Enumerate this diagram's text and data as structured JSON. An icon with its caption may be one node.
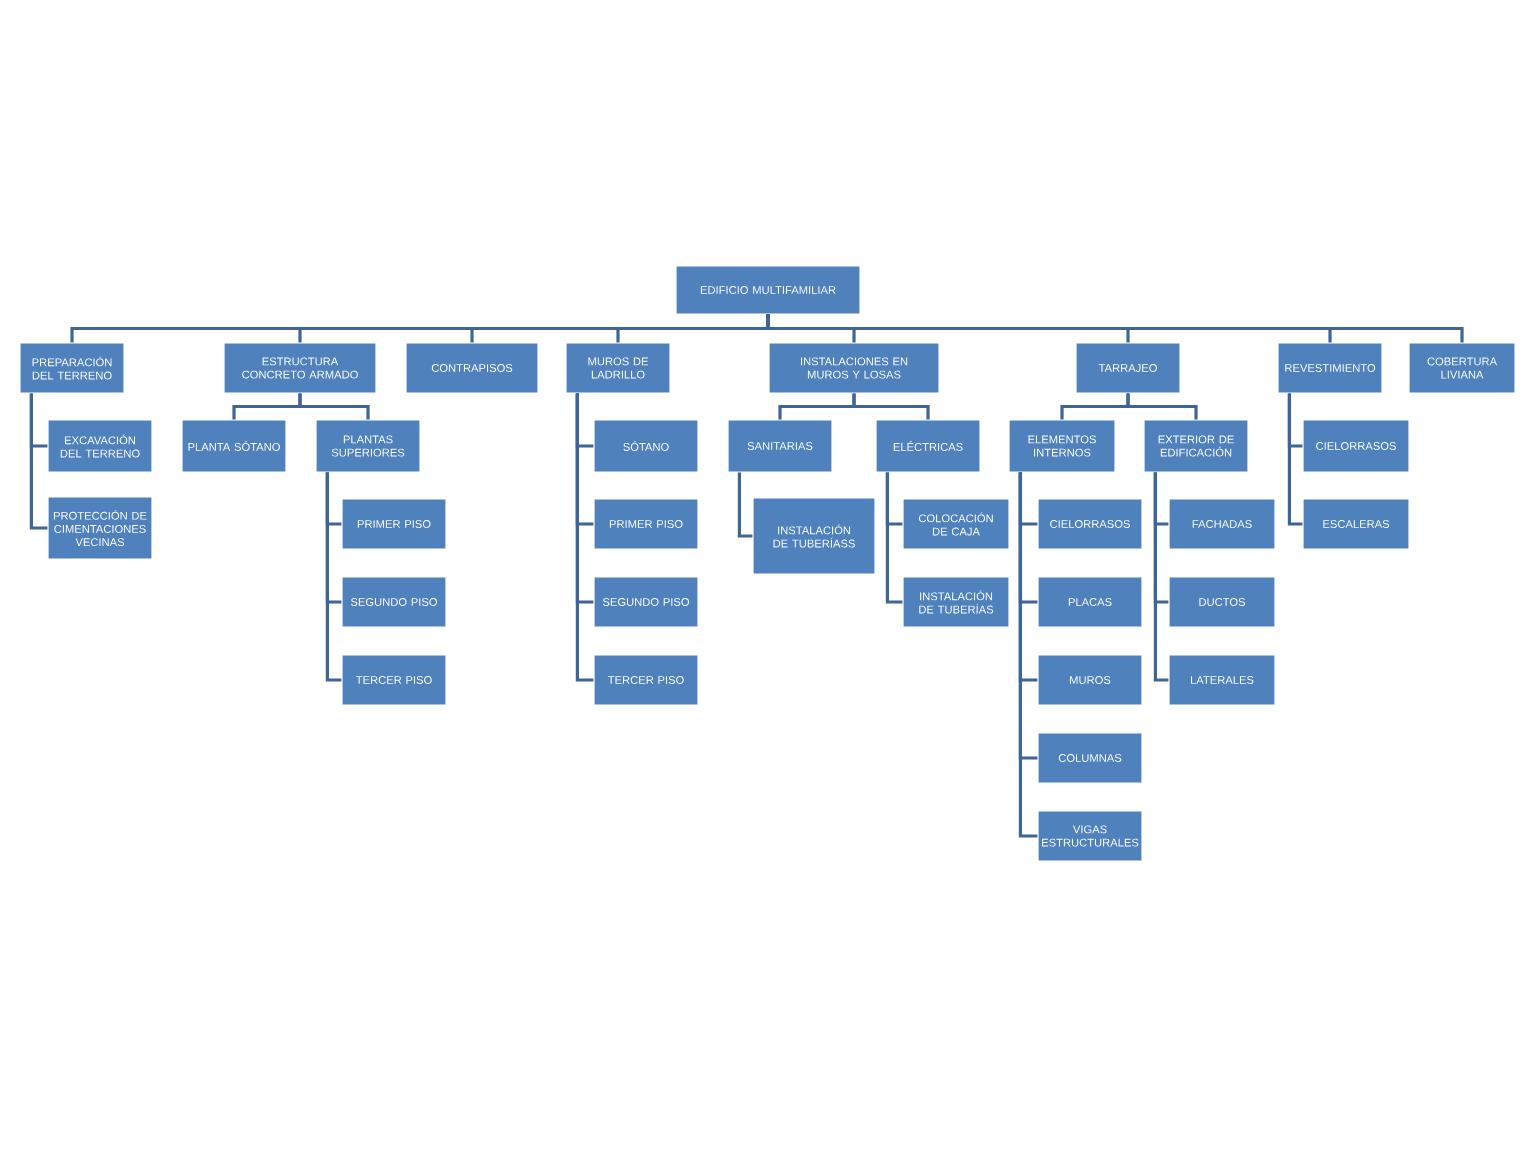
{
  "diagram": {
    "nodes": [
      {
        "text": [
          "EDIFICIO MULTIFAMILIAR"
        ]
      },
      {
        "text": [
          "PREPARACIÓN DEL TERRENO"
        ]
      },
      {
        "text": [
          "EXCAVACIÓN DEL TERRENO"
        ]
      },
      {
        "text": [
          "PROTECCIÓN DE CIMENTACIONES VECINAS"
        ]
      },
      {
        "text": [
          "ESTRUCTURA CONCRETO ARMADO"
        ]
      },
      {
        "text": [
          "PLANTA SÓTANO"
        ]
      },
      {
        "text": [
          "PLANTAS SUPERIORES"
        ]
      },
      {
        "text": [
          "PRIMER PISO"
        ]
      },
      {
        "text": [
          "SEGUNDO PISO"
        ]
      },
      {
        "text": [
          "TERCER PISO"
        ]
      },
      {
        "text": [
          "CONTRAPISOS"
        ]
      },
      {
        "text": [
          "MUROS DE LADRILLO"
        ]
      },
      {
        "text": [
          "SÓTANO"
        ]
      },
      {
        "text": [
          "PRIMER PISO"
        ]
      },
      {
        "text": [
          "SEGUNDO PISO"
        ]
      },
      {
        "text": [
          "TERCER PISO"
        ]
      },
      {
        "text": [
          "INSTALACIONES EN MUROS Y LOSAS"
        ]
      },
      {
        "text": [
          "SANITARIAS"
        ]
      },
      {
        "text": [
          "INSTALACIÓN DE TUBERÍASS"
        ]
      },
      {
        "text": [
          "ELÉCTRICAS"
        ]
      },
      {
        "text": [
          "COLOCACIÓN DE CAJA"
        ]
      },
      {
        "text": [
          "INSTALACIÓN DE TUBERÍAS"
        ]
      },
      {
        "text": [
          "TARRAJEO"
        ]
      },
      {
        "text": [
          "ELEMENTOS INTERNOS"
        ]
      },
      {
        "text": [
          "CIELORRASOS"
        ]
      },
      {
        "text": [
          "PLACAS"
        ]
      },
      {
        "text": [
          "MUROS"
        ]
      },
      {
        "text": [
          "COLUMNAS"
        ]
      },
      {
        "text": [
          "VIGAS ESTRUCTURALES"
        ]
      },
      {
        "text": [
          "EXTERIOR DE EDIFICACIÓN"
        ]
      },
      {
        "text": [
          "FACHADAS"
        ]
      },
      {
        "text": [
          "DUCTOS"
        ]
      },
      {
        "text": [
          "LATERALES"
        ]
      },
      {
        "text": [
          "REVESTIMIENTO"
        ]
      },
      {
        "text": [
          "CIELORRASOS"
        ]
      },
      {
        "text": [
          "ESCALERAS"
        ]
      },
      {
        "text": [
          "COBERTURA LIVIANA"
        ]
      }
    ],
    "edges": [
      {
        "from": 0,
        "to": 1,
        "arrow": "none"
      },
      {
        "from": 0,
        "to": 4,
        "arrow": "none"
      },
      {
        "from": 0,
        "to": 10,
        "arrow": "none"
      },
      {
        "from": 0,
        "to": 11,
        "arrow": "none"
      },
      {
        "from": 0,
        "to": 16,
        "arrow": "none"
      },
      {
        "from": 0,
        "to": 22,
        "arrow": "none"
      },
      {
        "from": 0,
        "to": 33,
        "arrow": "none"
      },
      {
        "from": 0,
        "to": 36,
        "arrow": "none"
      },
      {
        "from": 1,
        "to": 2,
        "arrow": "none"
      },
      {
        "from": 1,
        "to": 3,
        "arrow": "none"
      },
      {
        "from": 4,
        "to": 5,
        "arrow": "none"
      },
      {
        "from": 4,
        "to": 6,
        "arrow": "none"
      },
      {
        "from": 6,
        "to": 7,
        "arrow": "none"
      },
      {
        "from": 6,
        "to": 8,
        "arrow": "none"
      },
      {
        "from": 6,
        "to": 9,
        "arrow": "none"
      },
      {
        "from": 11,
        "to": 12,
        "arrow": "none"
      },
      {
        "from": 11,
        "to": 13,
        "arrow": "none"
      },
      {
        "from": 11,
        "to": 14,
        "arrow": "none"
      },
      {
        "from": 11,
        "to": 15,
        "arrow": "none"
      },
      {
        "from": 16,
        "to": 17,
        "arrow": "none"
      },
      {
        "from": 16,
        "to": 19,
        "arrow": "none"
      },
      {
        "from": 17,
        "to": 18,
        "arrow": "none"
      },
      {
        "from": 19,
        "to": 20,
        "arrow": "none"
      },
      {
        "from": 19,
        "to": 21,
        "arrow": "none"
      },
      {
        "from": 22,
        "to": 23,
        "arrow": "none"
      },
      {
        "from": 22,
        "to": 29,
        "arrow": "none"
      },
      {
        "from": 23,
        "to": 24,
        "arrow": "none"
      },
      {
        "from": 23,
        "to": 25,
        "arrow": "none"
      },
      {
        "from": 23,
        "to": 26,
        "arrow": "none"
      },
      {
        "from": 23,
        "to": 27,
        "arrow": "none"
      },
      {
        "from": 23,
        "to": 28,
        "arrow": "none"
      },
      {
        "from": 29,
        "to": 30,
        "arrow": "none"
      },
      {
        "from": 29,
        "to": 31,
        "arrow": "none"
      },
      {
        "from": 29,
        "to": 32,
        "arrow": "none"
      },
      {
        "from": 33,
        "to": 34,
        "arrow": "none"
      },
      {
        "from": 33,
        "to": 35,
        "arrow": "none"
      }
    ]
  }
}
